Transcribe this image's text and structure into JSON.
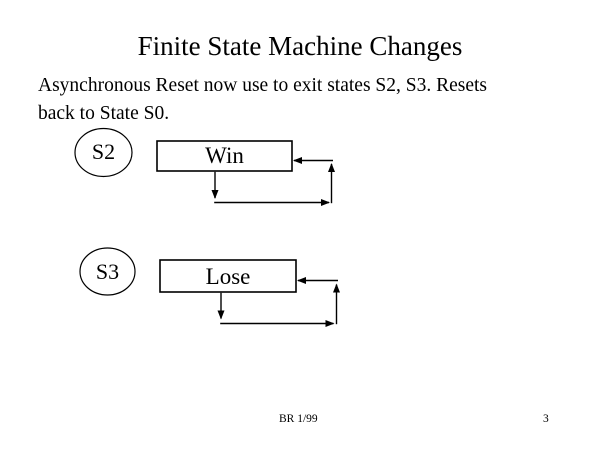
{
  "colors": {
    "background": "#ffffff",
    "ink": "#000000"
  },
  "slide": {
    "title": "Finite State Machine Changes",
    "body_lines": [
      "Asynchronous Reset now use to exit states S2, S3. Resets",
      "back to State S0."
    ],
    "footer_text": "BR 1/99",
    "page_number": "3"
  },
  "diagram": {
    "rows": [
      {
        "state": "S2",
        "label": "Win"
      },
      {
        "state": "S3",
        "label": "Lose"
      }
    ]
  }
}
